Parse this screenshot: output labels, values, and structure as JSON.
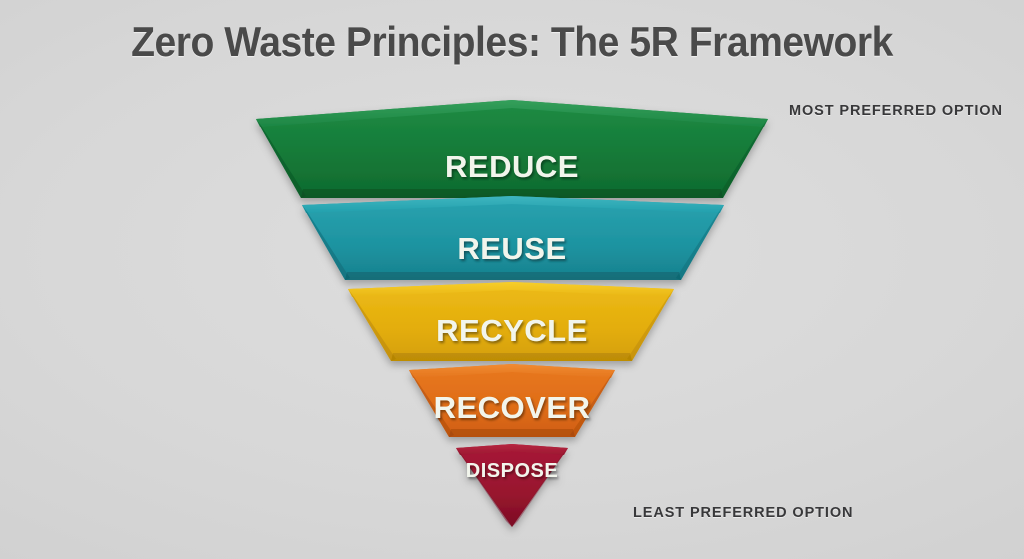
{
  "header": {
    "title": "Zero Waste Principles: The 5R Framework"
  },
  "annotations": {
    "top_note": "MOST PREFERRED OPTION",
    "bottom_note": "LEAST PREFERRED OPTION"
  },
  "diagram": {
    "type": "inverted-funnel",
    "background_color": "#d9d9d9",
    "title_color": "#4a4a4a",
    "layers": [
      {
        "label": "REDUCE",
        "rank": 1,
        "color": "#16803c",
        "color_dark": "#0d5f2a",
        "color_light": "#2f9a52",
        "preference": "most preferred"
      },
      {
        "label": "REUSE",
        "rank": 2,
        "color": "#1f9aa8",
        "color_dark": "#15707c",
        "color_light": "#35b2bd",
        "preference": ""
      },
      {
        "label": "RECYCLE",
        "rank": 3,
        "color": "#e8b210",
        "color_dark": "#c69209",
        "color_light": "#f2c628",
        "preference": ""
      },
      {
        "label": "RECOVER",
        "rank": 4,
        "color": "#e2701a",
        "color_dark": "#bb550f",
        "color_light": "#f0862c",
        "preference": ""
      },
      {
        "label": "DISPOSE",
        "rank": 5,
        "color": "#9c1530",
        "color_dark": "#7a0f25",
        "color_light": "#b3243f",
        "preference": "least preferred"
      }
    ]
  }
}
